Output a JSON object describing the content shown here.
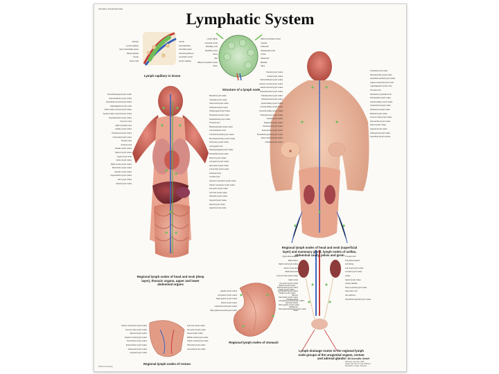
{
  "poster": {
    "code": "VR1350L 9781927817090",
    "title": "Lymphatic System"
  },
  "captions": {
    "capillary": "Lymph capillary in tissue",
    "node": "Structure of a lymph node",
    "deep": "Regional lymph nodes of head and neck (deep layer), thoracic organs, upper and lower abdominal organs",
    "superficial": "Regional lymph nodes of head and neck (superficial layer) and mammary gland, lymph nodes of axillae, abdominal cavity, pelvis and groin",
    "stomach": "Regional lymph nodes of stomach",
    "rectum": "Regional lymph nodes of rectum",
    "urogenital": "Lymph drainage routes to the regional lymph node groups of the urogenital organs, rectum and adrenal glands"
  },
  "label_lists": {
    "capillary_left": [
      "Arteriole",
      "Lymph capillary",
      "Open intercellular space",
      "Blood capillary",
      "Venule",
      "Tissue cells"
    ],
    "capillary_right": [
      "Venule",
      "Interstitial fluid",
      "Interstitial space",
      "Anchoring filament",
      "Lymphatic vessel",
      "Lymph capillary"
    ],
    "node_left": [
      "Lymph follicle",
      "Germinal center",
      "Medullary cord",
      "Medullary sinus",
      "Artery",
      "Vein",
      "Efferent lymphatic vessel",
      "Hilum"
    ],
    "node_right": [
      "Afferent lymphatic vessel",
      "Capsule",
      "Trabecula",
      "Subcapsular sinus",
      "Cortex",
      "Paracortex",
      "Medulla",
      "Valve"
    ],
    "deep_left": [
      "Retropharyngeal lymph nodes",
      "Submandibular lymph nodes",
      "Superficial cervical lymph nodes",
      "Jugulodigastric lymph node",
      "Inferior deep cervical lymph nodes",
      "Superior deep cervical lymph nodes",
      "Supraclavicular lymph nodes",
      "Common trunk",
      "Right lymphatic duct",
      "Axillary lymph nodes",
      "Parasternal lymph nodes",
      "Intercostal lymph nodes",
      "Thoracic duct",
      "Cisterna chyli",
      "Hepatic lymph nodes",
      "Splenic lymph nodes",
      "Cystic lymph node",
      "Celiac lymph nodes",
      "Right lumbar lymph nodes",
      "Mesenteric lymph nodes",
      "Ileocolic lymph nodes",
      "Appendicular lymph nodes",
      "Iliac lymph nodes",
      "Sacral lymph nodes"
    ],
    "deep_right": [
      "Mastoid lymph nodes",
      "Occipital lymph nodes",
      "Submental lymph nodes",
      "Infrahyoid lymph nodes",
      "Prelaryngeal lymph nodes",
      "Pretracheal lymph nodes",
      "Paratracheal lymph nodes",
      "Thoracic duct",
      "Brachiocephalic lymph nodes",
      "Left subclavian trunk",
      "Tracheobronchial lymph nodes",
      "Bronchopulmonary lymph nodes",
      "Pulmonary lymph nodes",
      "Left jugular trunk",
      "Paraesophageal lymph nodes",
      "Pericardial lymph nodes",
      "Phrenic lymph nodes",
      "Left gastric lymph nodes",
      "Pancreatic lymph nodes",
      "Left lumbar lymph nodes",
      "Intestinal trunk",
      "Lumbar trunk",
      "Superior mesenteric lymph nodes",
      "Inferior mesenteric lymph nodes",
      "Pre-aortic lymph nodes",
      "Left colic lymph nodes",
      "Paracolic lymph nodes",
      "Sigmoid lymph nodes",
      "Rectal lymph nodes",
      "Inguinal lymph nodes"
    ],
    "superficial_left": [
      "Parotid lymph nodes",
      "Facial lymph nodes",
      "Submandibular lymph nodes",
      "Anterior cervical lymph nodes",
      "Lateral cervical lymph nodes",
      "Supraclavicular lymph nodes",
      "Infraclavicular lymph nodes",
      "Deltopectoral lymph nodes",
      "Apical axillary lymph nodes",
      "Central axillary lymph nodes",
      "Pectoral axillary lymph nodes",
      "Paramammary lymph nodes",
      "Cubital lymph nodes",
      "Epigastric lymph nodes",
      "Paravesical lymph nodes",
      "External iliac lymph nodes",
      "Superficial inguinal lymph nodes",
      "Deep inguinal lymph nodes",
      "Popliteal lymph nodes"
    ],
    "superficial_right": [
      "Occipital lymph nodes",
      "Retroauricular lymph nodes",
      "Superficial parotid lymph nodes",
      "Jugulo-omohyoid lymph node",
      "Jugulodigastric lymph node",
      "Thoracic duct",
      "Subclavian lymphatic trunk",
      "Subscapular lymph nodes",
      "Lateral axillary lymph nodes",
      "Interpectoral lymph nodes",
      "Parasternal lymph nodes",
      "Brachial lymph nodes",
      "Common iliac lymph nodes",
      "Internal iliac lymph nodes",
      "Sacral lymph nodes",
      "Inguinal lymph nodes",
      "Subinguinal lymph nodes",
      "Superficial lymph vessels"
    ],
    "stomach_left": [
      "Hepatic lymph nodes",
      "Left gastric lymph nodes",
      "Right gastric lymph nodes",
      "Pyloric lymph nodes",
      "Gastroomental lymph nodes",
      "Right gastroomental lymph nodes"
    ],
    "stomach_right": [
      "Splenic lymph nodes",
      "Celiac lymph nodes",
      "Cardiac lymph nodes",
      "Pancreatic lymph nodes",
      "Left gastroomental lymph nodes",
      "Short gastric lymph nodes",
      "Pancreaticoduodenal lymph nodes"
    ],
    "rectum_left": [
      "Inferior mesenteric lymph nodes",
      "Common iliac lymph nodes",
      "Sigmoid lymph nodes",
      "Superior rectal lymph nodes",
      "Internal iliac lymph nodes",
      "External iliac lymph nodes",
      "Pararectal lymph nodes",
      "Inguinal lymph nodes"
    ],
    "rectum_right": [
      "Left colic lymph nodes",
      "Pre-aortic lymph nodes",
      "Sacral lymph nodes",
      "Middle rectal lymph nodes",
      "Inferior rectal lymph nodes",
      "Obturator lymph nodes",
      "Anorectal lymph nodes"
    ],
    "urogenital_left": [
      "Right adrenal gland",
      "Right kidney",
      "Right renal lymph nodes",
      "Inferior vena cava",
      "Abdominal aorta",
      "Common iliac lymph nodes",
      "Right ureter",
      "Pre-aortic lymph nodes",
      "External iliac lymph nodes",
      "Internal iliac lymph nodes",
      "Rectum",
      "Prostate gland",
      "Seminal vesicle",
      "Epididymis",
      "Testis"
    ],
    "urogenital_right": [
      "Thoracic duct",
      "Left adrenal gland",
      "Left kidney",
      "Left renal lymph nodes",
      "Lumbar lymph nodes",
      "Ureter",
      "Sacral lymph nodes",
      "Urinary bladder",
      "Deep inguinal lymph nodes",
      "Spermatic cord",
      "Vas deferens",
      "Superficial inguinal lymph nodes"
    ]
  },
  "footer": {
    "logo": "© 3B Scientific GmbH",
    "line1": "Hamburg, Germany, 2008",
    "line2": "Design und Text: Dr. Kay Holtfreter",
    "line3": "Illustrations: Holger Vanselow",
    "printed": "Printed in Germany"
  }
}
